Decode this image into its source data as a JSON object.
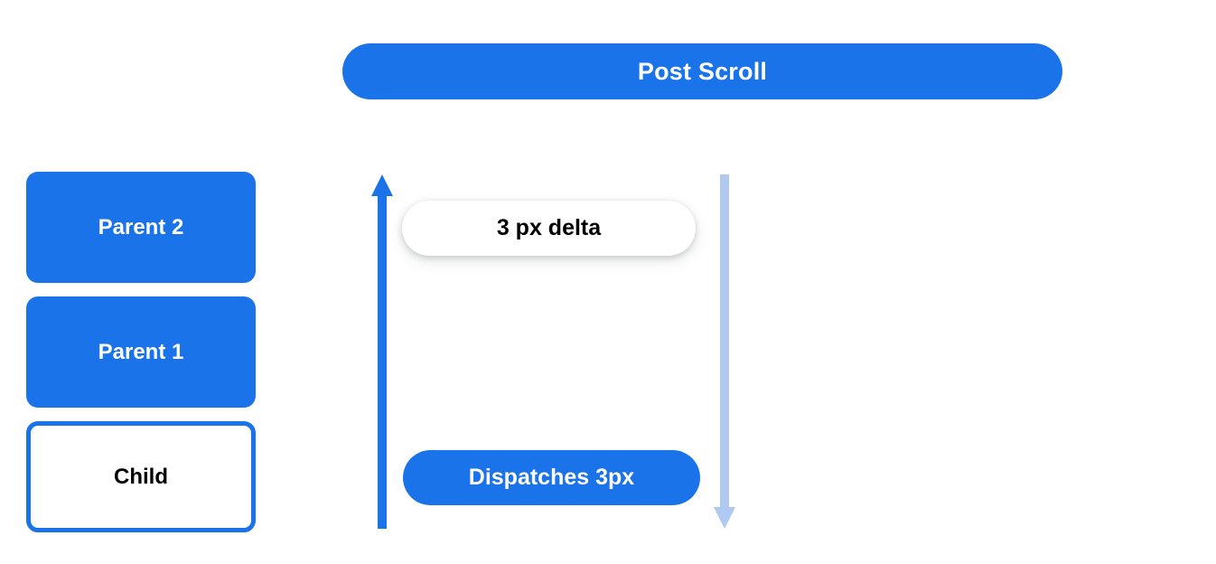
{
  "header": {
    "title": "Post Scroll"
  },
  "colors": {
    "brand_blue": "#1a73e8",
    "light_blue": "#afc9f2",
    "white": "#ffffff",
    "black": "#000000"
  },
  "stack": {
    "boxes": [
      {
        "label": "Parent 2",
        "style": "filled"
      },
      {
        "label": "Parent 1",
        "style": "filled"
      },
      {
        "label": "Child",
        "style": "outlined"
      }
    ]
  },
  "flow": {
    "up_arrow": {
      "icon": "arrow-up-icon",
      "direction": "up",
      "color": "#1a73e8"
    },
    "down_arrow": {
      "icon": "arrow-down-icon",
      "direction": "down",
      "color": "#afc9f2"
    },
    "delta_pill": {
      "label": "3 px delta"
    },
    "dispatch_pill": {
      "label": "Dispatches 3px"
    }
  }
}
